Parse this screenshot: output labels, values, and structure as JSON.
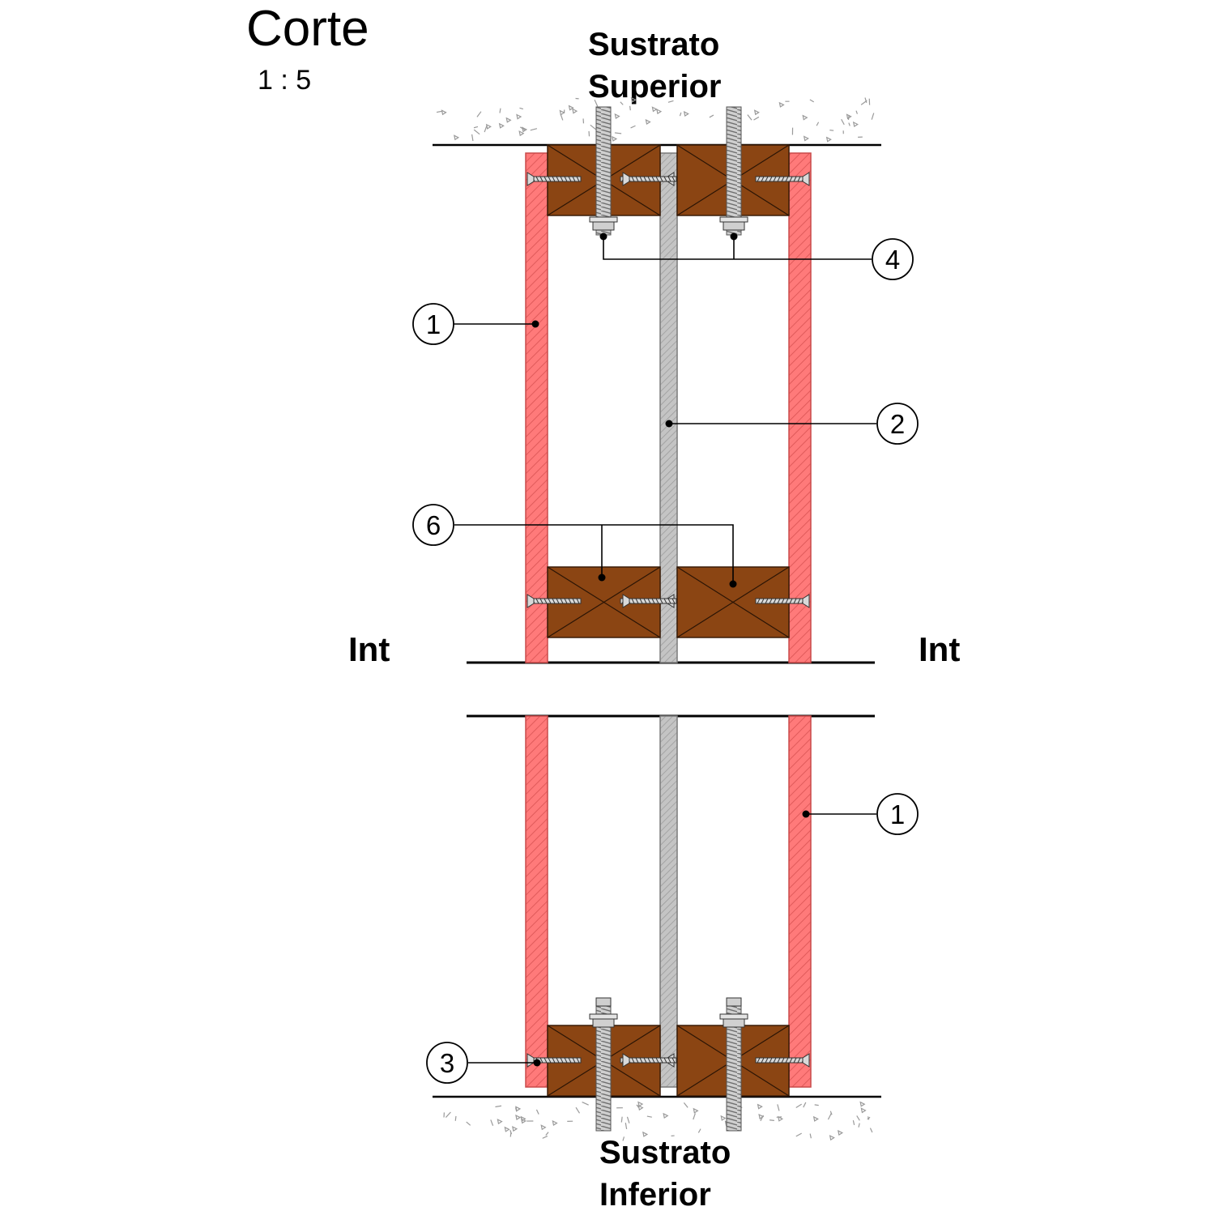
{
  "title": "Corte",
  "scale": "1 : 5",
  "substrate_top": {
    "line1": "Sustrato",
    "line2": "Superior"
  },
  "substrate_bottom": {
    "line1": "Sustrato",
    "line2": "Inferior"
  },
  "side_left": "Int",
  "side_right": "Int",
  "callouts": [
    "1",
    "2",
    "3",
    "4",
    "6",
    "1"
  ],
  "colors": {
    "board_fill": "#ff7a7a",
    "board_hatch": "#e06060",
    "wood_fill": "#8b4513",
    "steel_fill": "#bdbdbd",
    "ink": "#000000"
  }
}
